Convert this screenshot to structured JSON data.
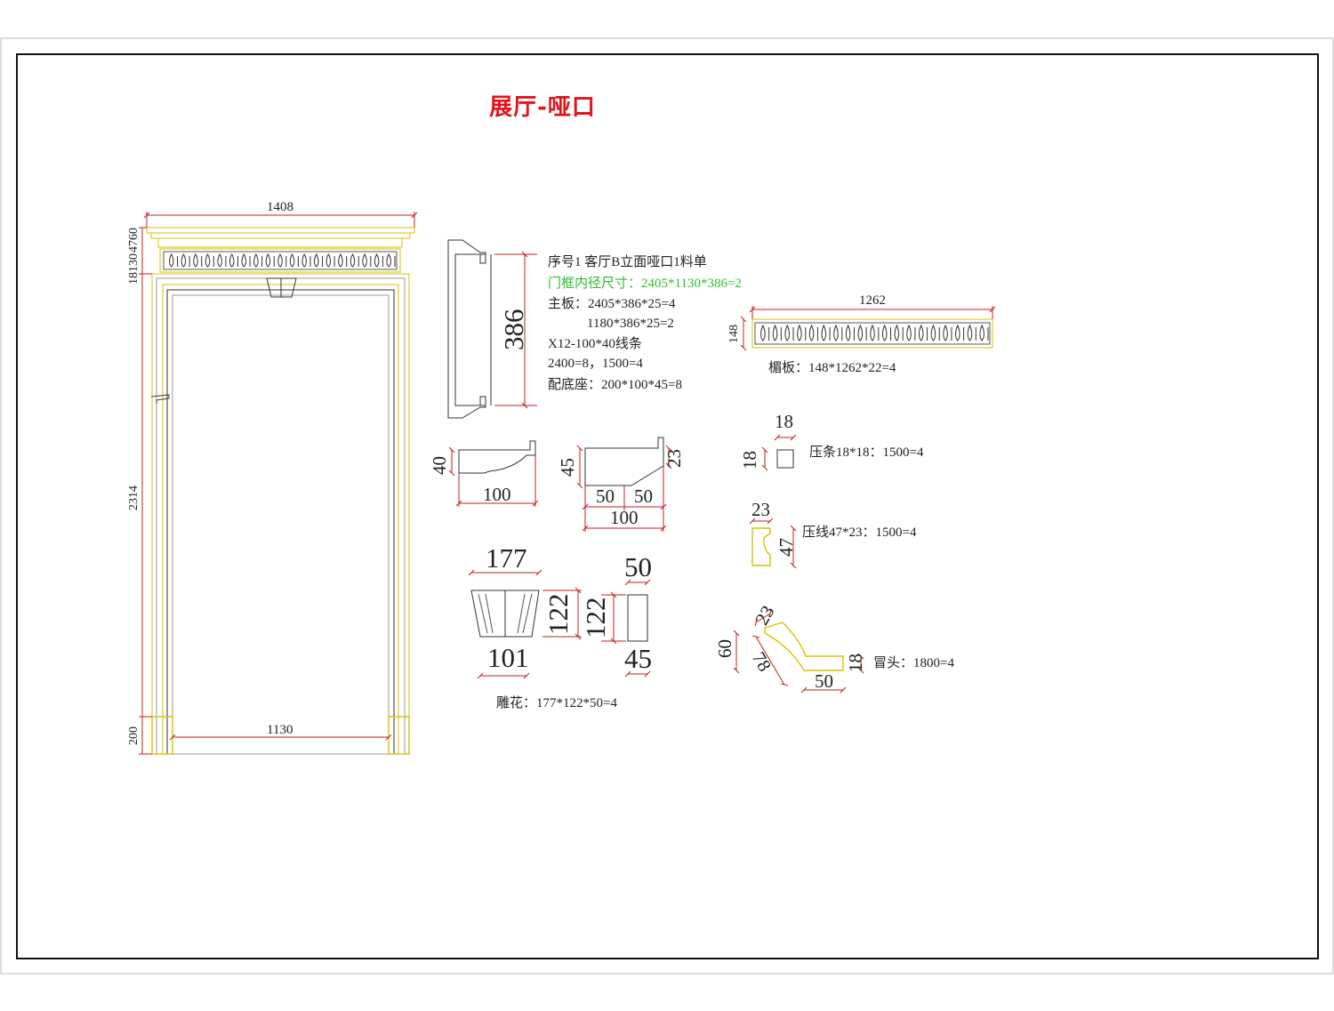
{
  "title": "展厅-哑口",
  "door": {
    "overall_width": "1408",
    "inner_width": "1130",
    "height_main": "2314",
    "height_base": "200",
    "height_top_stack": "18130",
    "height_top_small": "4760"
  },
  "spec": {
    "line1": "序号1    客厅B立面哑口1料单",
    "line2": "门框内径尺寸：2405*1130*386=2",
    "line3": "主板：2405*386*25=4",
    "line4": "1180*386*25=2",
    "line5": "X12-100*40线条",
    "line6": "2400=8，1500=4",
    "line7": "配底座：200*100*45=8"
  },
  "jamb_section": {
    "depth": "386"
  },
  "lintel": {
    "length": "1262",
    "height": "148",
    "label": "楣板：148*1262*22=4"
  },
  "x12_profile": {
    "height": "40",
    "width": "100"
  },
  "base_block": {
    "height": "45",
    "step": "23",
    "w1": "50",
    "w2": "50",
    "total": "100"
  },
  "keystone": {
    "top": "177",
    "bottom": "101",
    "height_front": "122",
    "height_side": "122",
    "side_top": "50",
    "side_bottom": "45",
    "label": "雕花：177*122*50=4"
  },
  "bead": {
    "w": "18",
    "h": "18",
    "label": "压条18*18：1500=4"
  },
  "press_line": {
    "w": "23",
    "h": "47",
    "label": "压线47*23：1500=4"
  },
  "cap": {
    "a": "23",
    "b": "78",
    "c": "60",
    "d": "50",
    "e": "18",
    "label": "冒头：1800=4"
  },
  "colors": {
    "title": "#e2141c",
    "green_text": "#2fbf2f",
    "dim_line": "#c02020",
    "outline": "#d4c400"
  }
}
